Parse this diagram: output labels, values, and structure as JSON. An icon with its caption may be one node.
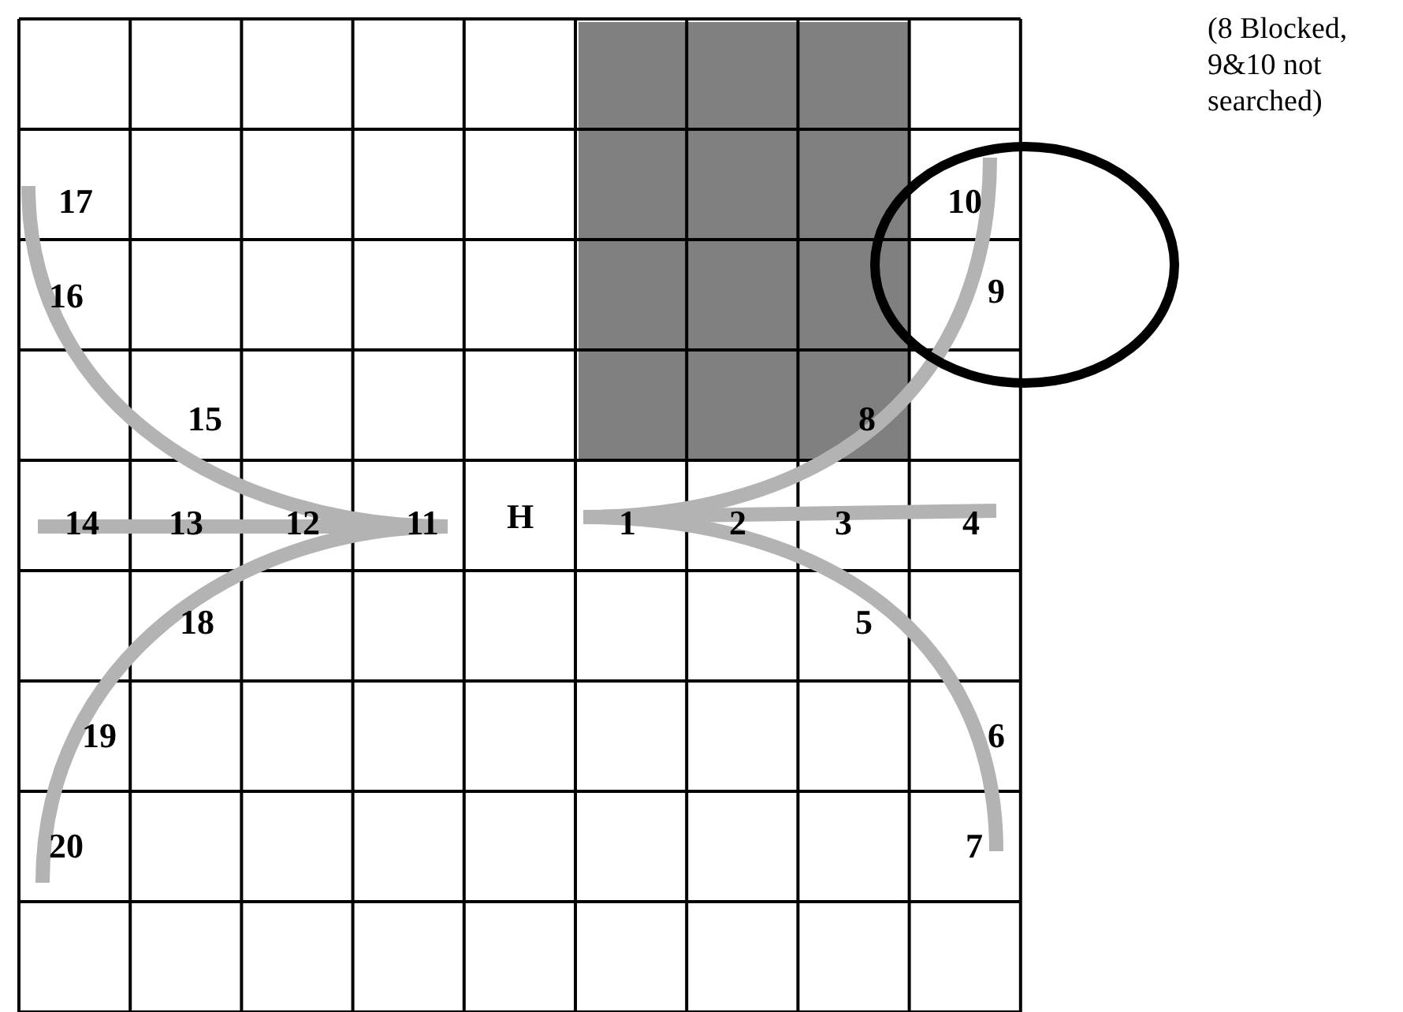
{
  "diagram": {
    "labels": [
      "(8 Blocked, 9&10 not searched)",
      "17",
      "10",
      "16",
      "9",
      "15",
      "8",
      "14",
      "13",
      "12",
      "11",
      "H",
      "1",
      "2",
      "3",
      "4",
      "18",
      "5",
      "19",
      "6",
      "20",
      "7"
    ]
  }
}
